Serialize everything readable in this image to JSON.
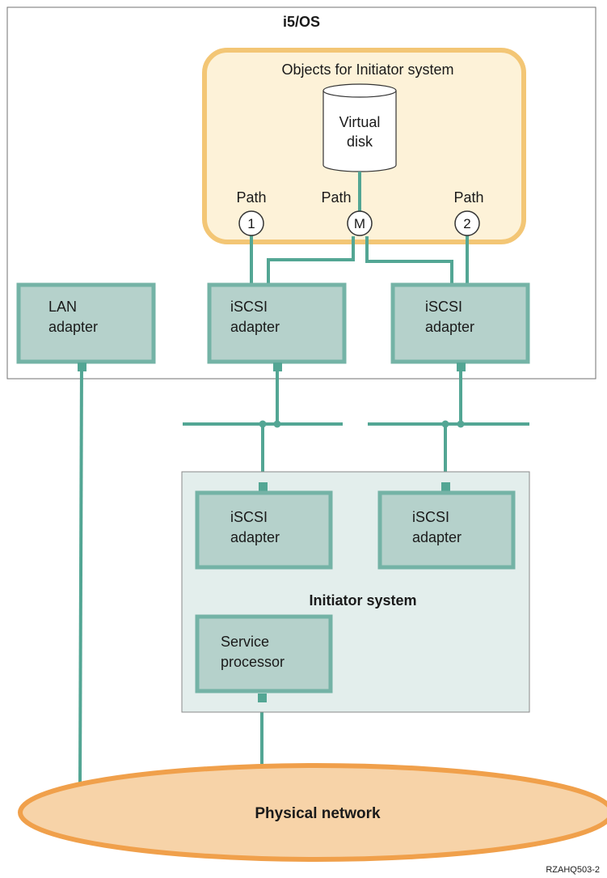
{
  "diagram": {
    "title": "i5/OS",
    "objects_group": {
      "label": "Objects for Initiator system",
      "virtual_disk": {
        "line1": "Virtual",
        "line2": "disk"
      },
      "paths": [
        {
          "label": "Path",
          "marker": "1"
        },
        {
          "label": "Path",
          "marker": "M"
        },
        {
          "label": "Path",
          "marker": "2"
        }
      ]
    },
    "host_adapters": {
      "lan": {
        "line1": "LAN",
        "line2": "adapter"
      },
      "iscsi_1": {
        "line1": "iSCSI",
        "line2": "adapter"
      },
      "iscsi_2": {
        "line1": "iSCSI",
        "line2": "adapter"
      }
    },
    "initiator_system": {
      "label": "Initiator system",
      "iscsi_1": {
        "line1": "iSCSI",
        "line2": "adapter"
      },
      "iscsi_2": {
        "line1": "iSCSI",
        "line2": "adapter"
      },
      "service_processor": {
        "line1": "Service",
        "line2": "processor"
      }
    },
    "physical_network": "Physical network",
    "figure_id": "RZAHQ503-2",
    "colors": {
      "adapter_fill": "#b5d1cb",
      "adapter_border": "#74b3a6",
      "connection_line": "#53a694",
      "objects_fill": "#fdf2d8",
      "objects_border": "#f3c675",
      "initiator_fill": "#e3eeec",
      "network_fill": "#f7d3a8",
      "network_border": "#f0a04b"
    }
  }
}
